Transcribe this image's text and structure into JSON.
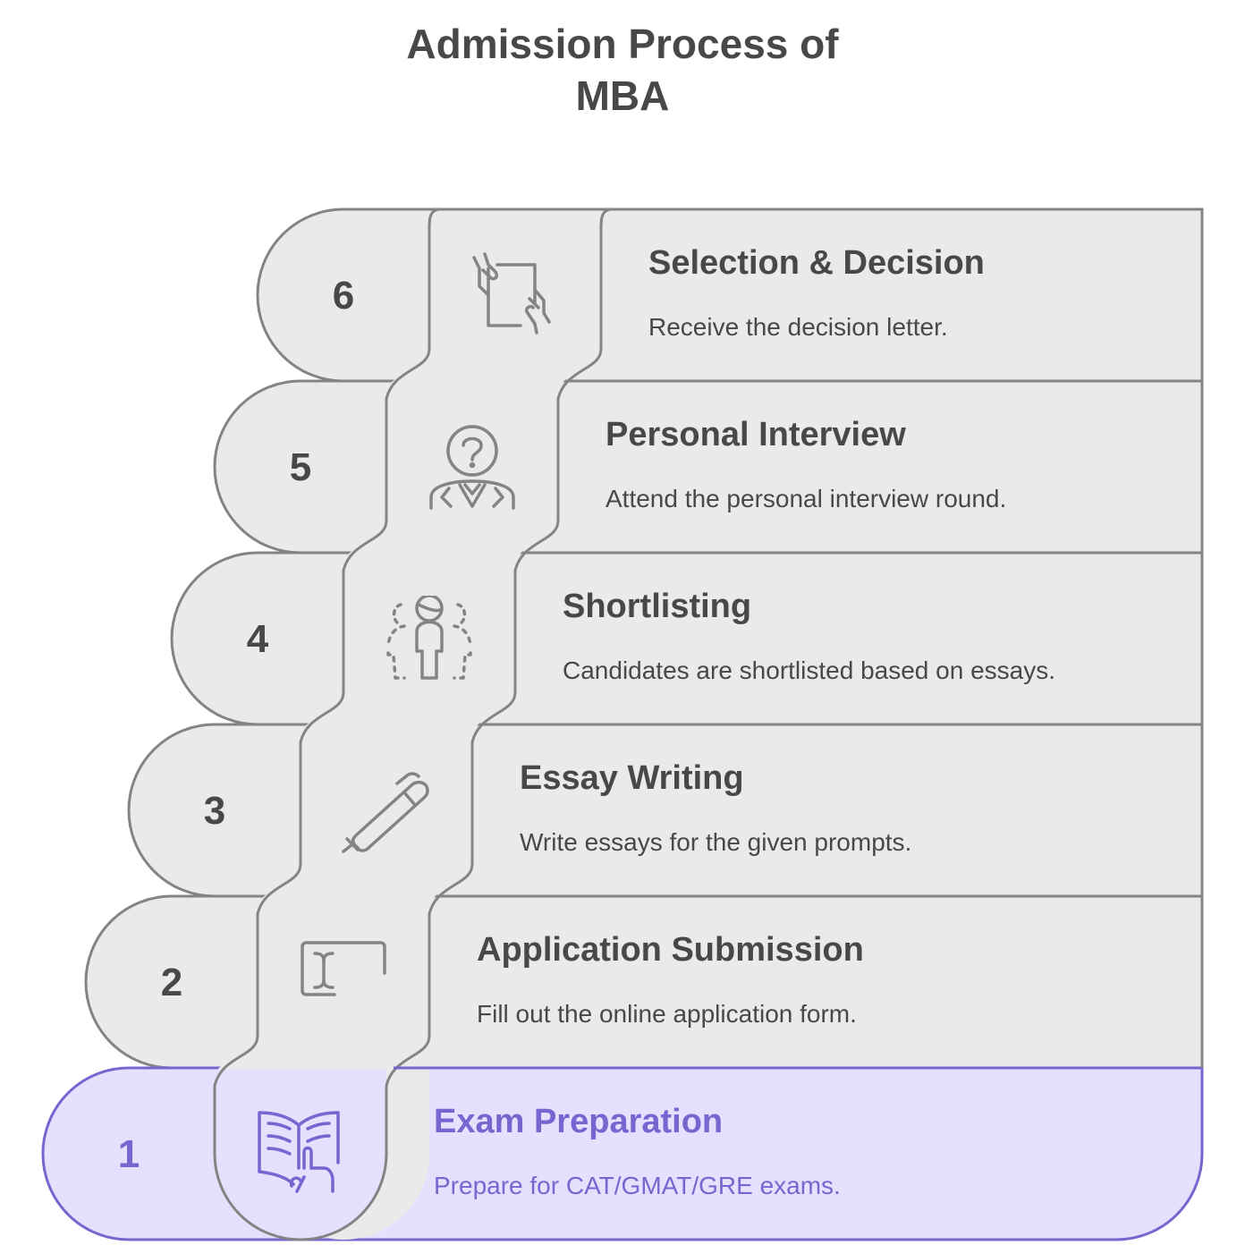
{
  "title": {
    "line1": "Admission Process of",
    "line2": "MBA"
  },
  "colors": {
    "fill_gray": "#EAEAEA",
    "stroke_gray": "#848484",
    "text_dark": "#484848",
    "accent": "#7766D0",
    "fill_accent": "#E5E0FE"
  },
  "steps": [
    {
      "number": "6",
      "title": "Selection & Decision",
      "description": "Receive the decision letter.",
      "icon": "hands-holding-document-icon",
      "active": false
    },
    {
      "number": "5",
      "title": "Personal Interview",
      "description": "Attend the personal interview round.",
      "icon": "interviewee-question-icon",
      "active": false
    },
    {
      "number": "4",
      "title": "Shortlisting",
      "description": "Candidates are shortlisted based on essays.",
      "icon": "selected-person-group-icon",
      "active": false
    },
    {
      "number": "3",
      "title": "Essay Writing",
      "description": "Write essays for the given prompts.",
      "icon": "pen-icon",
      "active": false
    },
    {
      "number": "2",
      "title": "Application Submission",
      "description": "Fill out the online application form.",
      "icon": "text-input-field-icon",
      "active": false
    },
    {
      "number": "1",
      "title": "Exam Preparation",
      "description": "Prepare for CAT/GMAT/GRE exams.",
      "icon": "open-book-reading-icon",
      "active": true
    }
  ]
}
